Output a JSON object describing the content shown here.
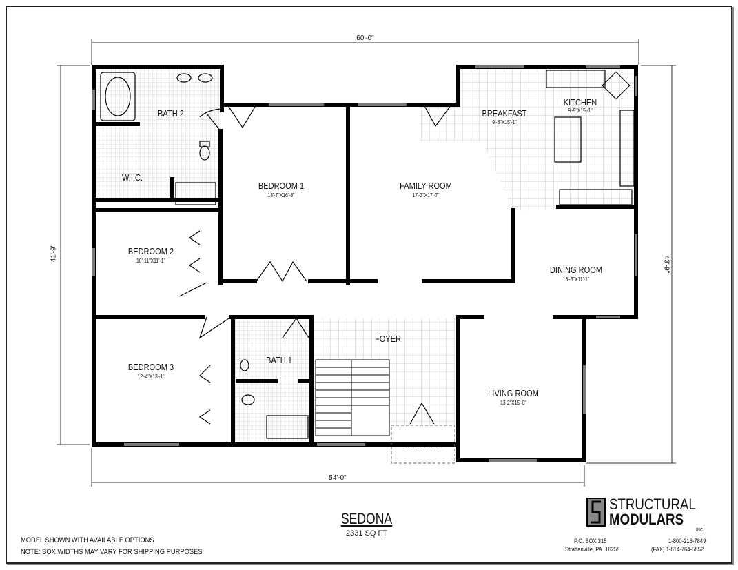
{
  "dimensions": {
    "top": "60'-0\"",
    "left": "41'-9\"",
    "right": "43'-9\"",
    "bottom": "54'-0\""
  },
  "rooms": {
    "bath2": {
      "name": "BATH 2"
    },
    "wic": {
      "name": "W.I.C."
    },
    "bedroom1": {
      "name": "BEDROOM 1",
      "size": "13'-7\"X16'-8\""
    },
    "family": {
      "name": "FAMILY ROOM",
      "size": "17'-3\"X17'-7\""
    },
    "breakfast": {
      "name": "BREAKFAST",
      "size": "9'-3\"X15'-1\""
    },
    "kitchen": {
      "name": "KITCHEN",
      "size": "9'-9\"X15'-1\""
    },
    "bedroom2": {
      "name": "BEDROOM 2",
      "size": "10'-11\"X11'-1\""
    },
    "dining": {
      "name": "DINING ROOM",
      "size": "13'-3\"X11'-1\""
    },
    "foyer": {
      "name": "FOYER"
    },
    "bath1": {
      "name": "BATH 1"
    },
    "bedroom3": {
      "name": "BEDROOM 3",
      "size": "12'-4\"X13'-1\""
    },
    "living": {
      "name": "LIVING ROOM",
      "size": "13-2\"X15'-0\""
    },
    "porch": {
      "name": "OPTIONAL PORCH"
    }
  },
  "model": {
    "name": "SEDONA",
    "area": "2331 SQ FT"
  },
  "notes": [
    "MODEL SHOWN WITH AVAILABLE OPTIONS",
    "NOTE:  BOX WIDTHS MAY VARY FOR SHIPPING PURPOSES"
  ],
  "company": {
    "name_line1": "STRUCTURAL",
    "name_line2": "MODULARS",
    "suffix": "INC.",
    "address1": "P.O. BOX 315",
    "address2": "Strattanville, PA.  16258",
    "phone": "1-800-216-7849",
    "fax": "(FAX) 1-814-764-5852"
  }
}
